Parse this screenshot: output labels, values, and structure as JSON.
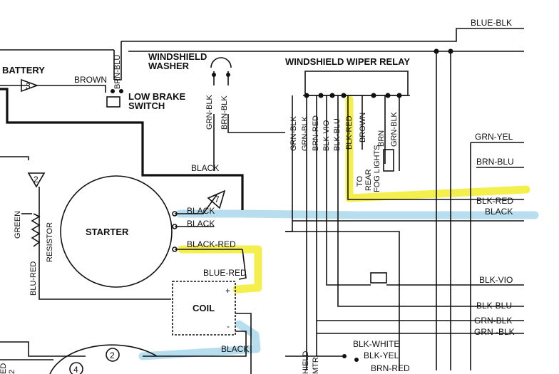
{
  "components": {
    "battery": "BATTERY",
    "battery_ref": "3",
    "low_brake_switch": [
      "LOW BRAKE",
      "SWITCH"
    ],
    "windshield_washer": [
      "WINDSHIELD",
      "WASHER"
    ],
    "wiper_relay": "WINDSHIELD WIPER RELAY",
    "starter": "STARTER",
    "coil": "COIL",
    "coil_plus": "+",
    "coil_minus": "-",
    "resistor": "RESISTOR",
    "starter_ref": "7",
    "ground_ref": "2",
    "wiper_motor": [
      "HIELD",
      "MTR."
    ],
    "rear_fog_lights": [
      "TO",
      "REAR",
      "FOG LIGHTS"
    ],
    "distributor_ref_a": "2",
    "distributor_ref_b": "4"
  },
  "wire_labels": {
    "brown": "BROWN",
    "brn_blu_top": "BRN-BLU",
    "grn_blk_washer": "GRN-BLK",
    "brn_blk_washer": "BRN-BLK",
    "black_main": "BLACK",
    "black_starter_1": "BLACK",
    "black_starter_2": "BLACK",
    "black_red_starter": "BLACK-RED",
    "blue_red": "BLUE-RED",
    "black_coil": "BLACK",
    "green": "GREEN",
    "blu_red": "BLU-RED",
    "red_cut": "ED",
    "two_cut": "2",
    "relay_wires": [
      "GRN-BLK",
      "GRN-BLK",
      "BRN-RED",
      "BLK-VIO",
      "BLK-BLU",
      "BLK-RED",
      "BROWN",
      "BRN",
      "GRN-BLK"
    ],
    "right_edge": [
      "BLUE-BLK",
      "GRN-YEL",
      "BRN-BLU",
      "BLK-RED",
      "BLACK",
      "BLK-VIO",
      "BLK-BLU",
      "GRN-BLK",
      "GRN -BLK"
    ],
    "bottom": [
      "BLK-WHITE",
      "BLK-YEL",
      "BRN-RED"
    ]
  },
  "highlights": {
    "yellow": "#f3ec2e",
    "blue": "#9fd3ea"
  }
}
